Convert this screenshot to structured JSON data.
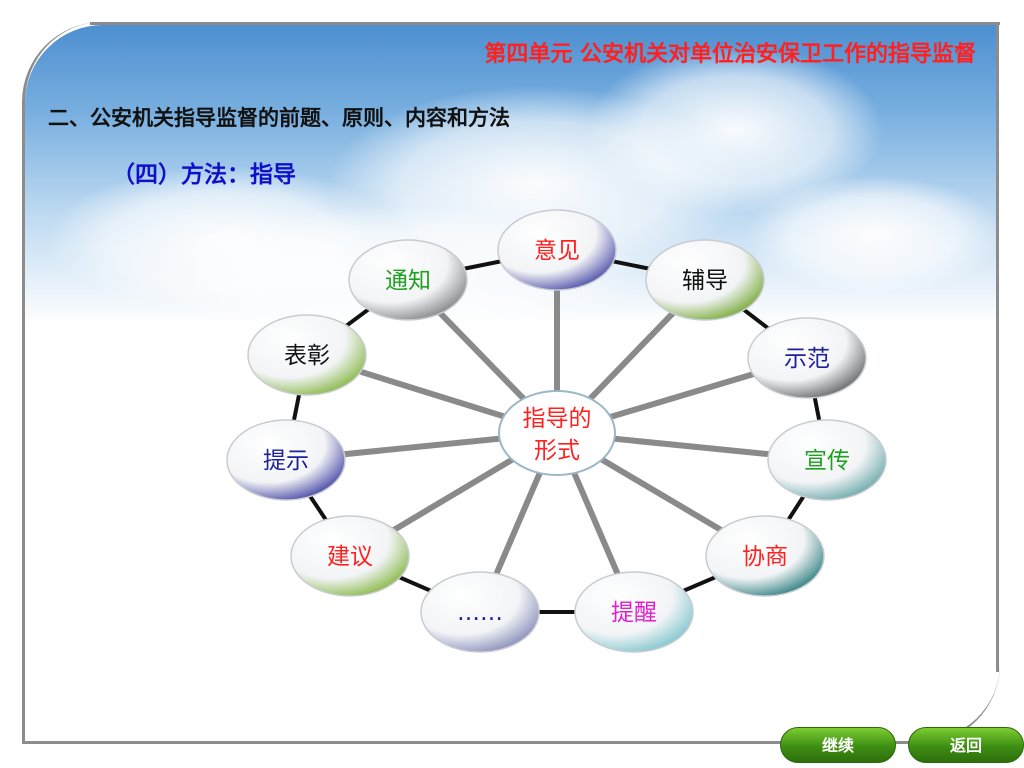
{
  "header": {
    "unit_title": "第四单元 公安机关对单位治安保卫工作的指导监督"
  },
  "content": {
    "section_title": "二、公安机关指导监督的前题、原则、内容和方法",
    "sub_title": "（四）方法：指导"
  },
  "diagram": {
    "center": {
      "line1": "指导的",
      "line2": "形式",
      "color": "#ff2020"
    },
    "nodes": [
      {
        "label": "意见",
        "color": "#ff2020",
        "accent": "#3a3aa0"
      },
      {
        "label": "辅导",
        "color": "#111111",
        "accent": "#6aa020"
      },
      {
        "label": "示范",
        "color": "#20209a",
        "accent": "#555555"
      },
      {
        "label": "宣传",
        "color": "#20a020",
        "accent": "#5aa0a0"
      },
      {
        "label": "协商",
        "color": "#ff2020",
        "accent": "#157070"
      },
      {
        "label": "提醒",
        "color": "#e020d0",
        "accent": "#70c0c8"
      },
      {
        "label": "……",
        "color": "#20209a",
        "accent": "#7a80b0"
      },
      {
        "label": "建议",
        "color": "#ff2020",
        "accent": "#7ab030"
      },
      {
        "label": "提示",
        "color": "#20209a",
        "accent": "#30309a"
      },
      {
        "label": "表彰",
        "color": "#111111",
        "accent": "#7ab030"
      },
      {
        "label": "通知",
        "color": "#20a020",
        "accent": "#777777"
      }
    ]
  },
  "navigation": {
    "continue_label": "继续",
    "back_label": "返回"
  }
}
